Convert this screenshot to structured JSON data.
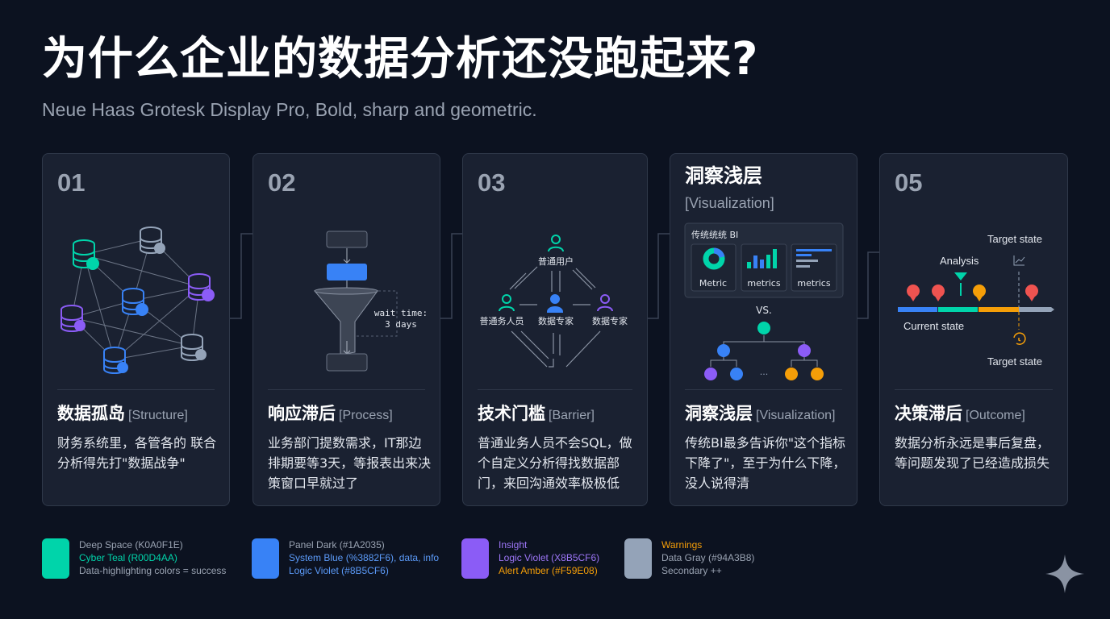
{
  "header": {
    "title": "为什么企业的数据分析还没跑起来?",
    "subtitle": "Neue Haas Grotesk Display Pro, Bold, sharp and geometric."
  },
  "cards": [
    {
      "num": "01",
      "heading": "数据孤岛",
      "tag": "[Structure]",
      "desc": "财务系统里，各管各的 联合分析得先打\"数据战争\""
    },
    {
      "num": "02",
      "heading": "响应滞后",
      "tag": "[Process]",
      "desc": "业务部门提数需求，IT那边排期要等3天，等报表出来决策窗口早就过了",
      "wait_label": "wait time:",
      "wait_value": "3 days"
    },
    {
      "num": "03",
      "heading": "技术门槛",
      "tag": "[Barrier]",
      "desc": "普通业务人员不会SQL，做个自定义分析得找数据部门，来回沟通效率极极低",
      "nodes": {
        "top": "普通用户",
        "left": "普通务人员",
        "center": "数据专家",
        "right": "数据专家"
      }
    },
    {
      "title": "洞察浅层",
      "subtitle": "[Visualization]",
      "heading": "洞察浅层",
      "tag": "[Visualization]",
      "desc": "传统BI最多告诉你\"这个指标下降了\"，至于为什么下降，没人说得清",
      "bi_title": "传统统统 BI",
      "tiles": [
        "Metric",
        "metrics",
        "metrics"
      ],
      "vs": "VS.",
      "ellipsis": "···"
    },
    {
      "num": "05",
      "heading": "决策滞后",
      "tag": "[Outcome]",
      "desc": "数据分析永远是事后复盘，等问题发现了已经造成损失",
      "target_top": "Target state",
      "analysis": "Analysis",
      "current": "Current state",
      "target_bottom": "Target state"
    }
  ],
  "legend": [
    {
      "color": "#00D4AA",
      "lines": [
        "Deep Space (K0A0F1E)",
        "Cyber Teal (R00D4AA)",
        "Data-highlighting colors = success"
      ]
    },
    {
      "color": "#3882F6",
      "lines": [
        "Panel Dark (#1A2035)",
        "System Blue (%3882F6), data, info",
        "Logic Violet (#8B5CF6)"
      ]
    },
    {
      "color": "#8B5CF6",
      "lines": [
        "Insight",
        "Logic Violet (X8B5CF6)",
        "Alert Amber (#F59E08)"
      ]
    },
    {
      "color": "#94A3B8",
      "lines": [
        "Warnings",
        "Data Gray (#94A3B8)",
        "Secondary ++"
      ]
    }
  ]
}
